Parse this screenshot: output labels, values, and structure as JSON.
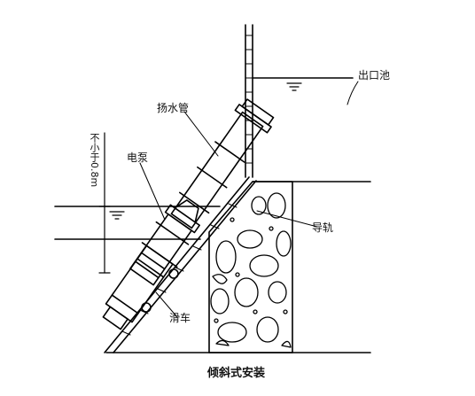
{
  "labels": {
    "outlet_pool": "出口池",
    "lift_pipe": "扬水管",
    "motor_pump": "电泵",
    "min_depth": "不小于0.8m",
    "guide_rail": "导轨",
    "trolley": "滑车",
    "caption": "倾斜式安装"
  }
}
